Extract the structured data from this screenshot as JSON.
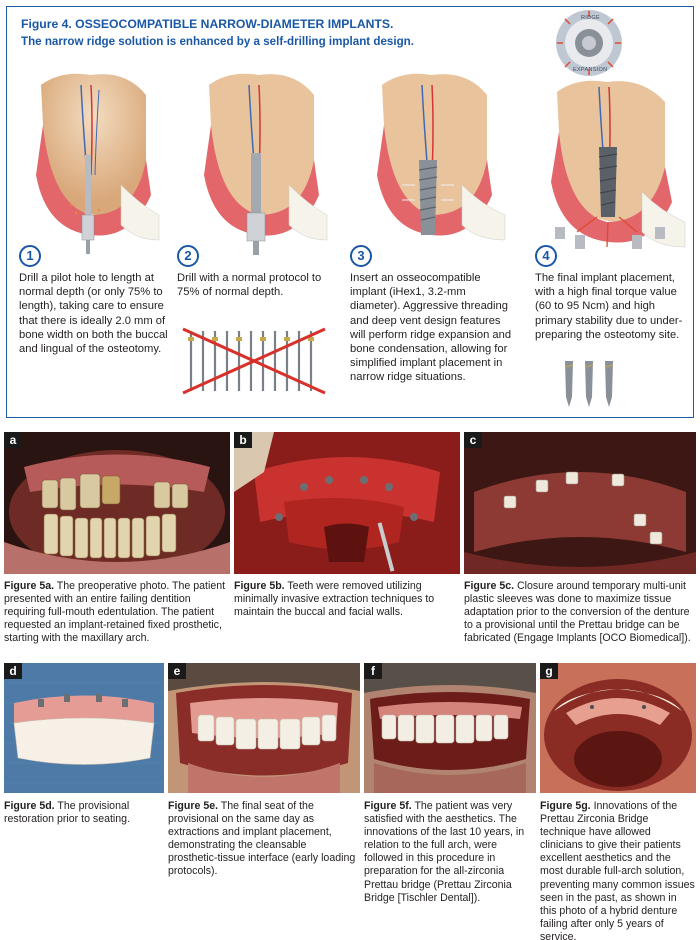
{
  "figure4": {
    "title": "Figure 4. OSSEOCOMPATIBLE NARROW-DIAMETER IMPLANTS.",
    "subtitle": "The narrow ridge solution is enhanced by a self-drilling implant design.",
    "ridge_label": "RIDGE",
    "expansion_label": "EXPANSION",
    "steps": [
      {
        "number": "1",
        "text": "Drill a pilot hole to length at normal depth (or only 75% to length), taking care to ensure that there is ideally 2.0 mm of bone width on both the buccal and lingual of the osteotomy."
      },
      {
        "number": "2",
        "text": "Drill with a normal protocol to 75% of normal depth."
      },
      {
        "number": "3",
        "text": "Insert an osseocompatible implant (iHex1, 3.2-mm diameter). Aggressive threading and deep vent design features will perform ridge expansion and bone condensation, allowing for simplified implant placement in narrow ridge situations."
      },
      {
        "number": "4",
        "text": "The final implant placement, with a high final torque value (60 to 95 Ncm) and high primary stability due to under-preparing the osteotomy site."
      }
    ]
  },
  "photos": [
    {
      "tag": "a",
      "label": "Figure 5a.",
      "caption": " The preoperative photo. The patient presented with an entire failing dentition requiring full-mouth edentulation. The patient requested an implant-retained fixed prosthetic, starting with the maxillary arch."
    },
    {
      "tag": "b",
      "label": "Figure 5b.",
      "caption": " Teeth were removed utilizing minimally invasive extraction techniques to maintain the buccal and facial walls."
    },
    {
      "tag": "c",
      "label": "Figure 5c.",
      "caption": " Closure around temporary multi-unit plastic sleeves was done to maximize tissue adaptation prior to the conversion of the denture to a provisional until the Prettau bridge can be fabricated (Engage Implants [OCO Biomedical])."
    },
    {
      "tag": "d",
      "label": "Figure 5d.",
      "caption": " The provisional restoration prior to seating."
    },
    {
      "tag": "e",
      "label": "Figure 5e.",
      "caption": " The final seat of the provisional on the same day as extractions and implant placement, demonstrating the cleansable prosthetic-tissue interface (early loading protocols)."
    },
    {
      "tag": "f",
      "label": "Figure 5f.",
      "caption": " The patient was very satisfied with the aesthetics. The innovations of the last 10 years, in relation to the full arch, were followed in this procedure in preparation for the all-zirconia Prettau bridge (Prettau Zirconia Bridge [Tischler Dental])."
    },
    {
      "tag": "g",
      "label": "Figure 5g.",
      "caption": " Innovations of the Prettau Zirconia Bridge technique have allowed clinicians to give their patients excellent aesthetics and the most durable full-arch solution, preventing many common issues seen in the past, as shown in this photo of a hybrid denture failing after only 5 years of service."
    }
  ]
}
